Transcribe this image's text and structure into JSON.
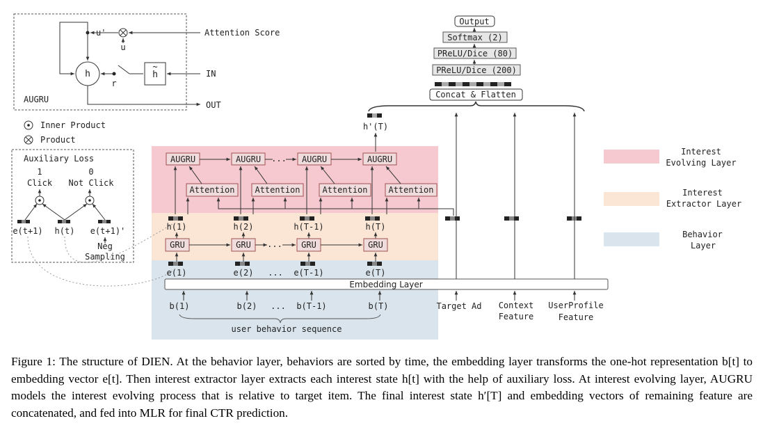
{
  "augru_box": {
    "title": "AUGRU",
    "u_prime": "u'",
    "u": "u",
    "h": "h",
    "r": "r",
    "h_tilde": "h",
    "tilde": "~",
    "attention_score": "Attention Score",
    "in_label": "IN",
    "out_label": "OUT"
  },
  "legend_symbols": {
    "inner_product": "Inner Product",
    "product": "Product"
  },
  "aux_loss": {
    "title": "Auxiliary Loss",
    "one": "1",
    "zero": "0",
    "click": "Click",
    "not_click": "Not Click",
    "e_t1": "e(t+1)",
    "h_t": "h(t)",
    "e_t1_neg": "e(t+1)'",
    "neg_sampling_1": "Neg",
    "neg_sampling_2": "Sampling"
  },
  "mlp": {
    "output": "Output",
    "softmax": "Softmax (2)",
    "prelu80": "PReLU/Dice (80)",
    "prelu200": "PReLU/Dice (200)",
    "concat": "Concat & Flatten",
    "h_prime": "h'(T)"
  },
  "evolving": {
    "augru": "AUGRU",
    "attention": "Attention",
    "dots": "..."
  },
  "extractor": {
    "gru": "GRU",
    "h_labels": [
      "h(1)",
      "h(2)",
      "h(T-1)",
      "h(T)"
    ],
    "dots": "..."
  },
  "behavior": {
    "e_labels": [
      "e(1)",
      "e(2)",
      "e(T-1)",
      "e(T)"
    ],
    "embedding_layer": "Embedding Layer",
    "b_labels": [
      "b(1)",
      "b(2)",
      "b(T-1)",
      "b(T)"
    ],
    "dots": "...",
    "sequence_label": "user behavior sequence"
  },
  "features": {
    "target_ad": "Target Ad",
    "context_1": "Context",
    "context_2": "Feature",
    "userprofile_1": "UserProfile",
    "userprofile_2": "Feature"
  },
  "layer_legend": {
    "evolving_1": "Interest",
    "evolving_2": "Evolving Layer",
    "extractor_1": "Interest",
    "extractor_2": "Extractor Layer",
    "behavior_1": "Behavior",
    "behavior_2": "Layer"
  },
  "colors": {
    "evolving_bg": "#f5c9cf",
    "extractor_bg": "#fbe6d6",
    "behavior_bg": "#d9e4ec",
    "box_stroke": "#b06a6a",
    "box_fill": "#f0dcdc"
  },
  "caption": "Figure 1: The structure of DIEN. At the behavior layer, behaviors are sorted by time, the embedding layer transforms the one-hot representation b[t] to embedding vector e[t]. Then interest extractor layer extracts each interest state h[t] with the help of auxiliary loss. At interest evolving layer, AUGRU models the interest evolving process that is relative to target item. The final interest state h′[T] and embedding vectors of remaining feature are concatenated, and fed into MLR for final CTR prediction."
}
